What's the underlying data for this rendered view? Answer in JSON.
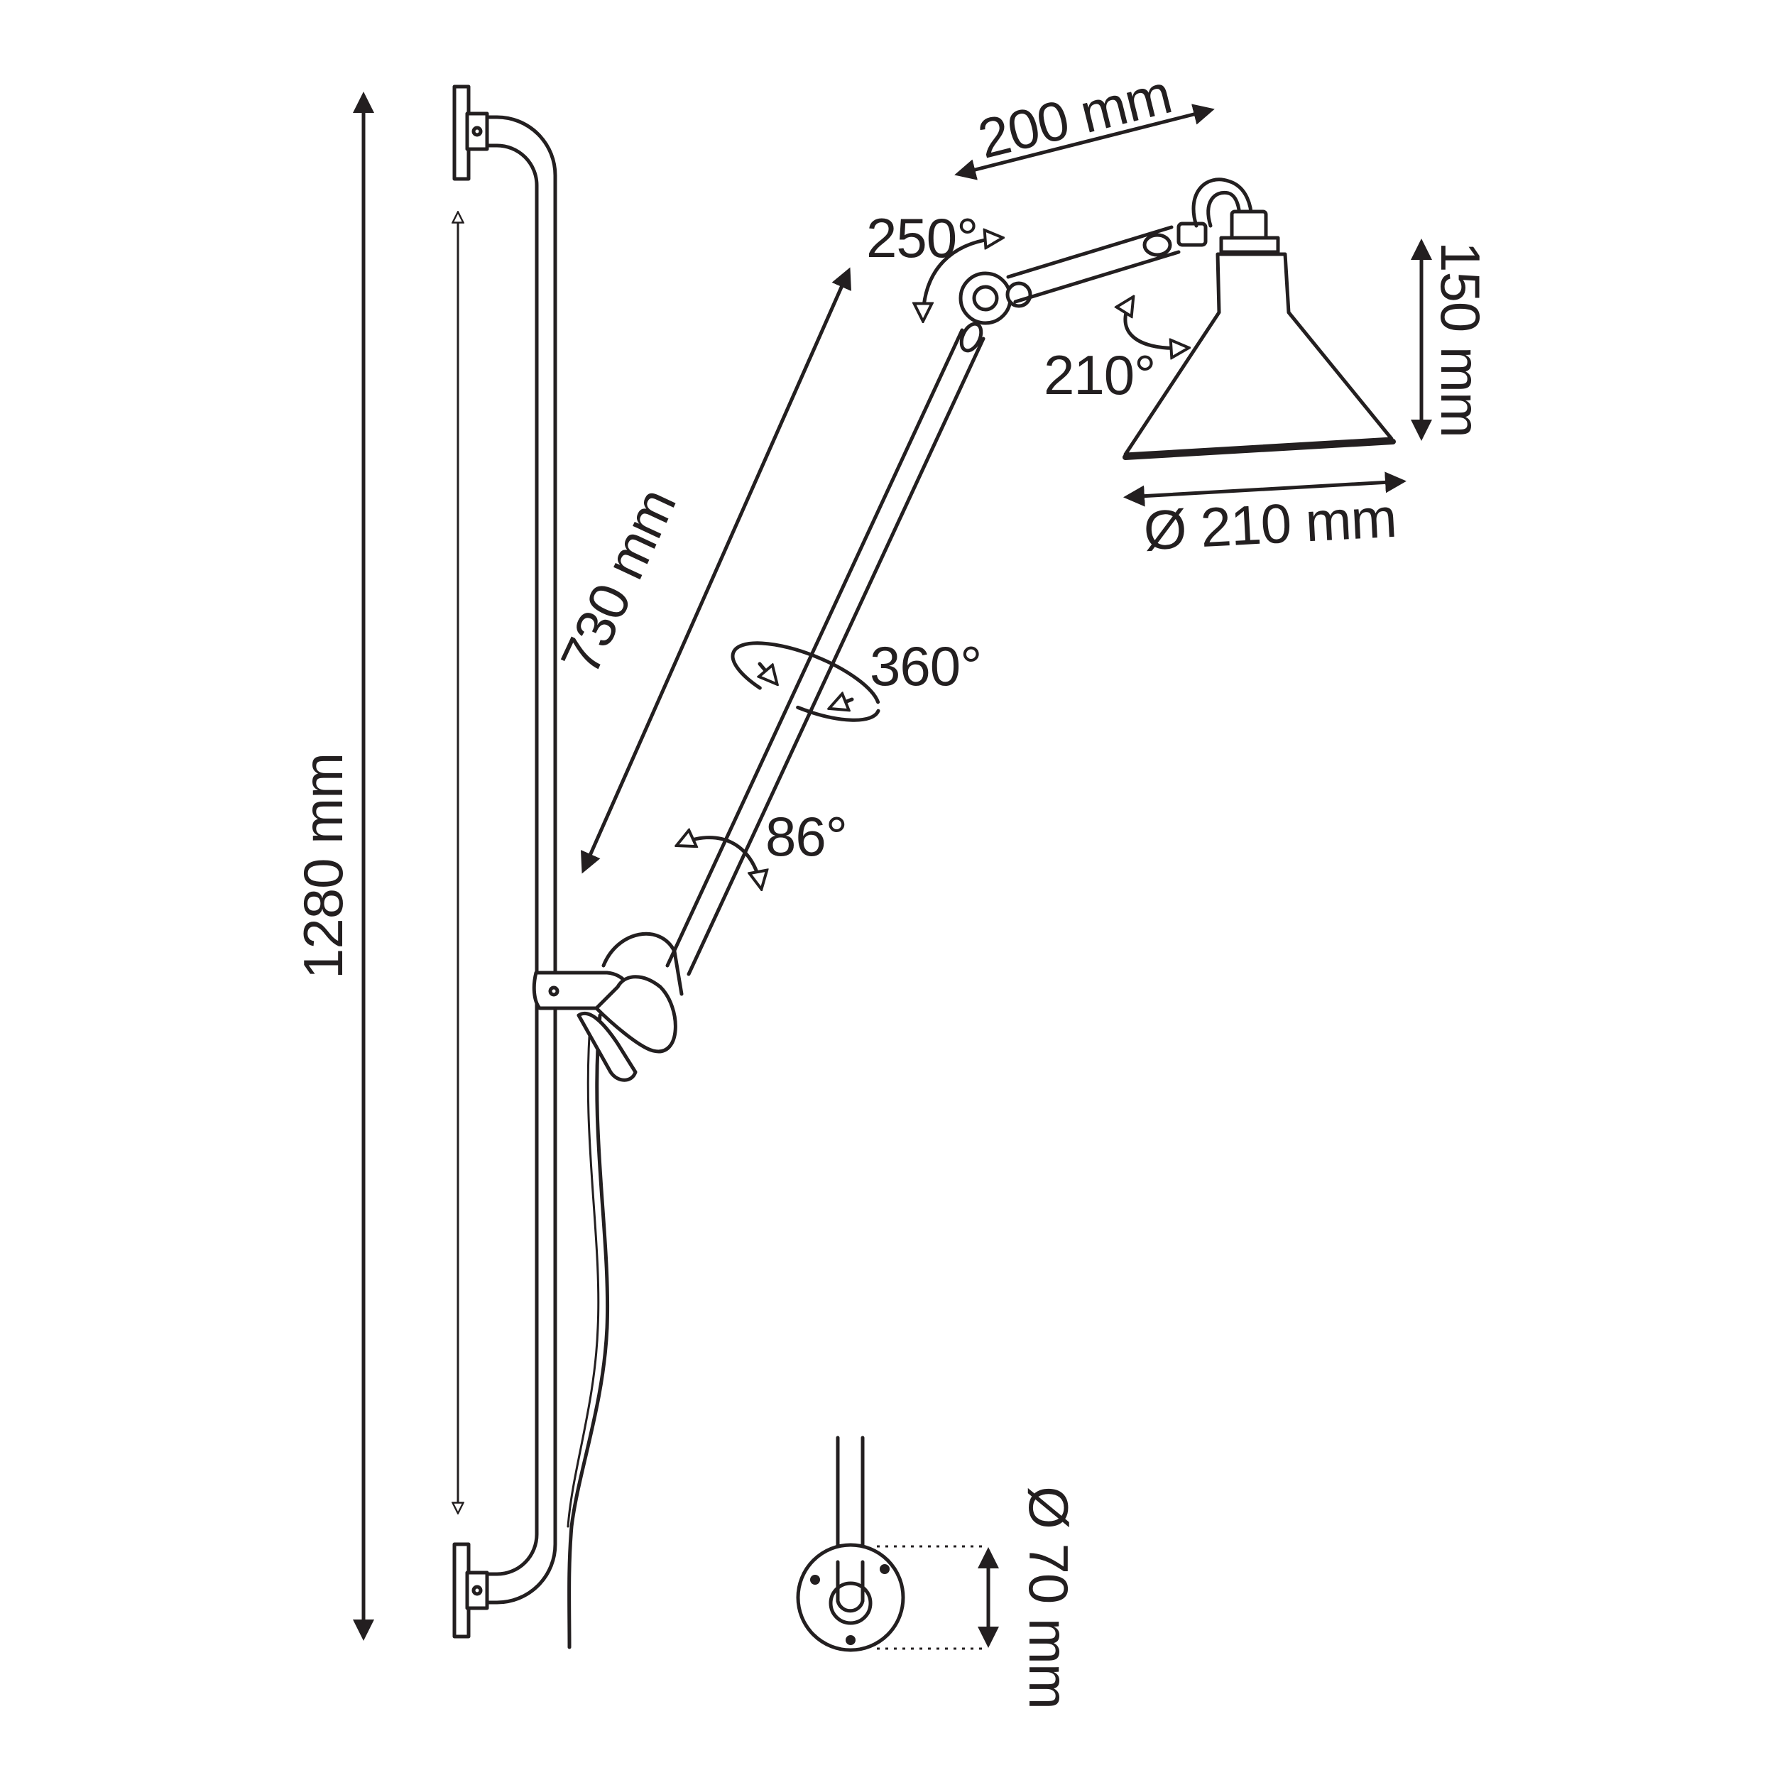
{
  "dimensions": {
    "total_height": "1280 mm",
    "arm_length": "730 mm",
    "head_arm_length": "200 mm",
    "shade_height": "150 mm",
    "shade_diameter": "Ø 210 mm",
    "base_plate_diameter": "Ø 70 mm"
  },
  "angles": {
    "elbow": "250°",
    "head": "210°",
    "arm_rotation": "360°",
    "base_tilt": "86°"
  },
  "colors": {
    "line": "#231f20",
    "background": "#ffffff"
  }
}
